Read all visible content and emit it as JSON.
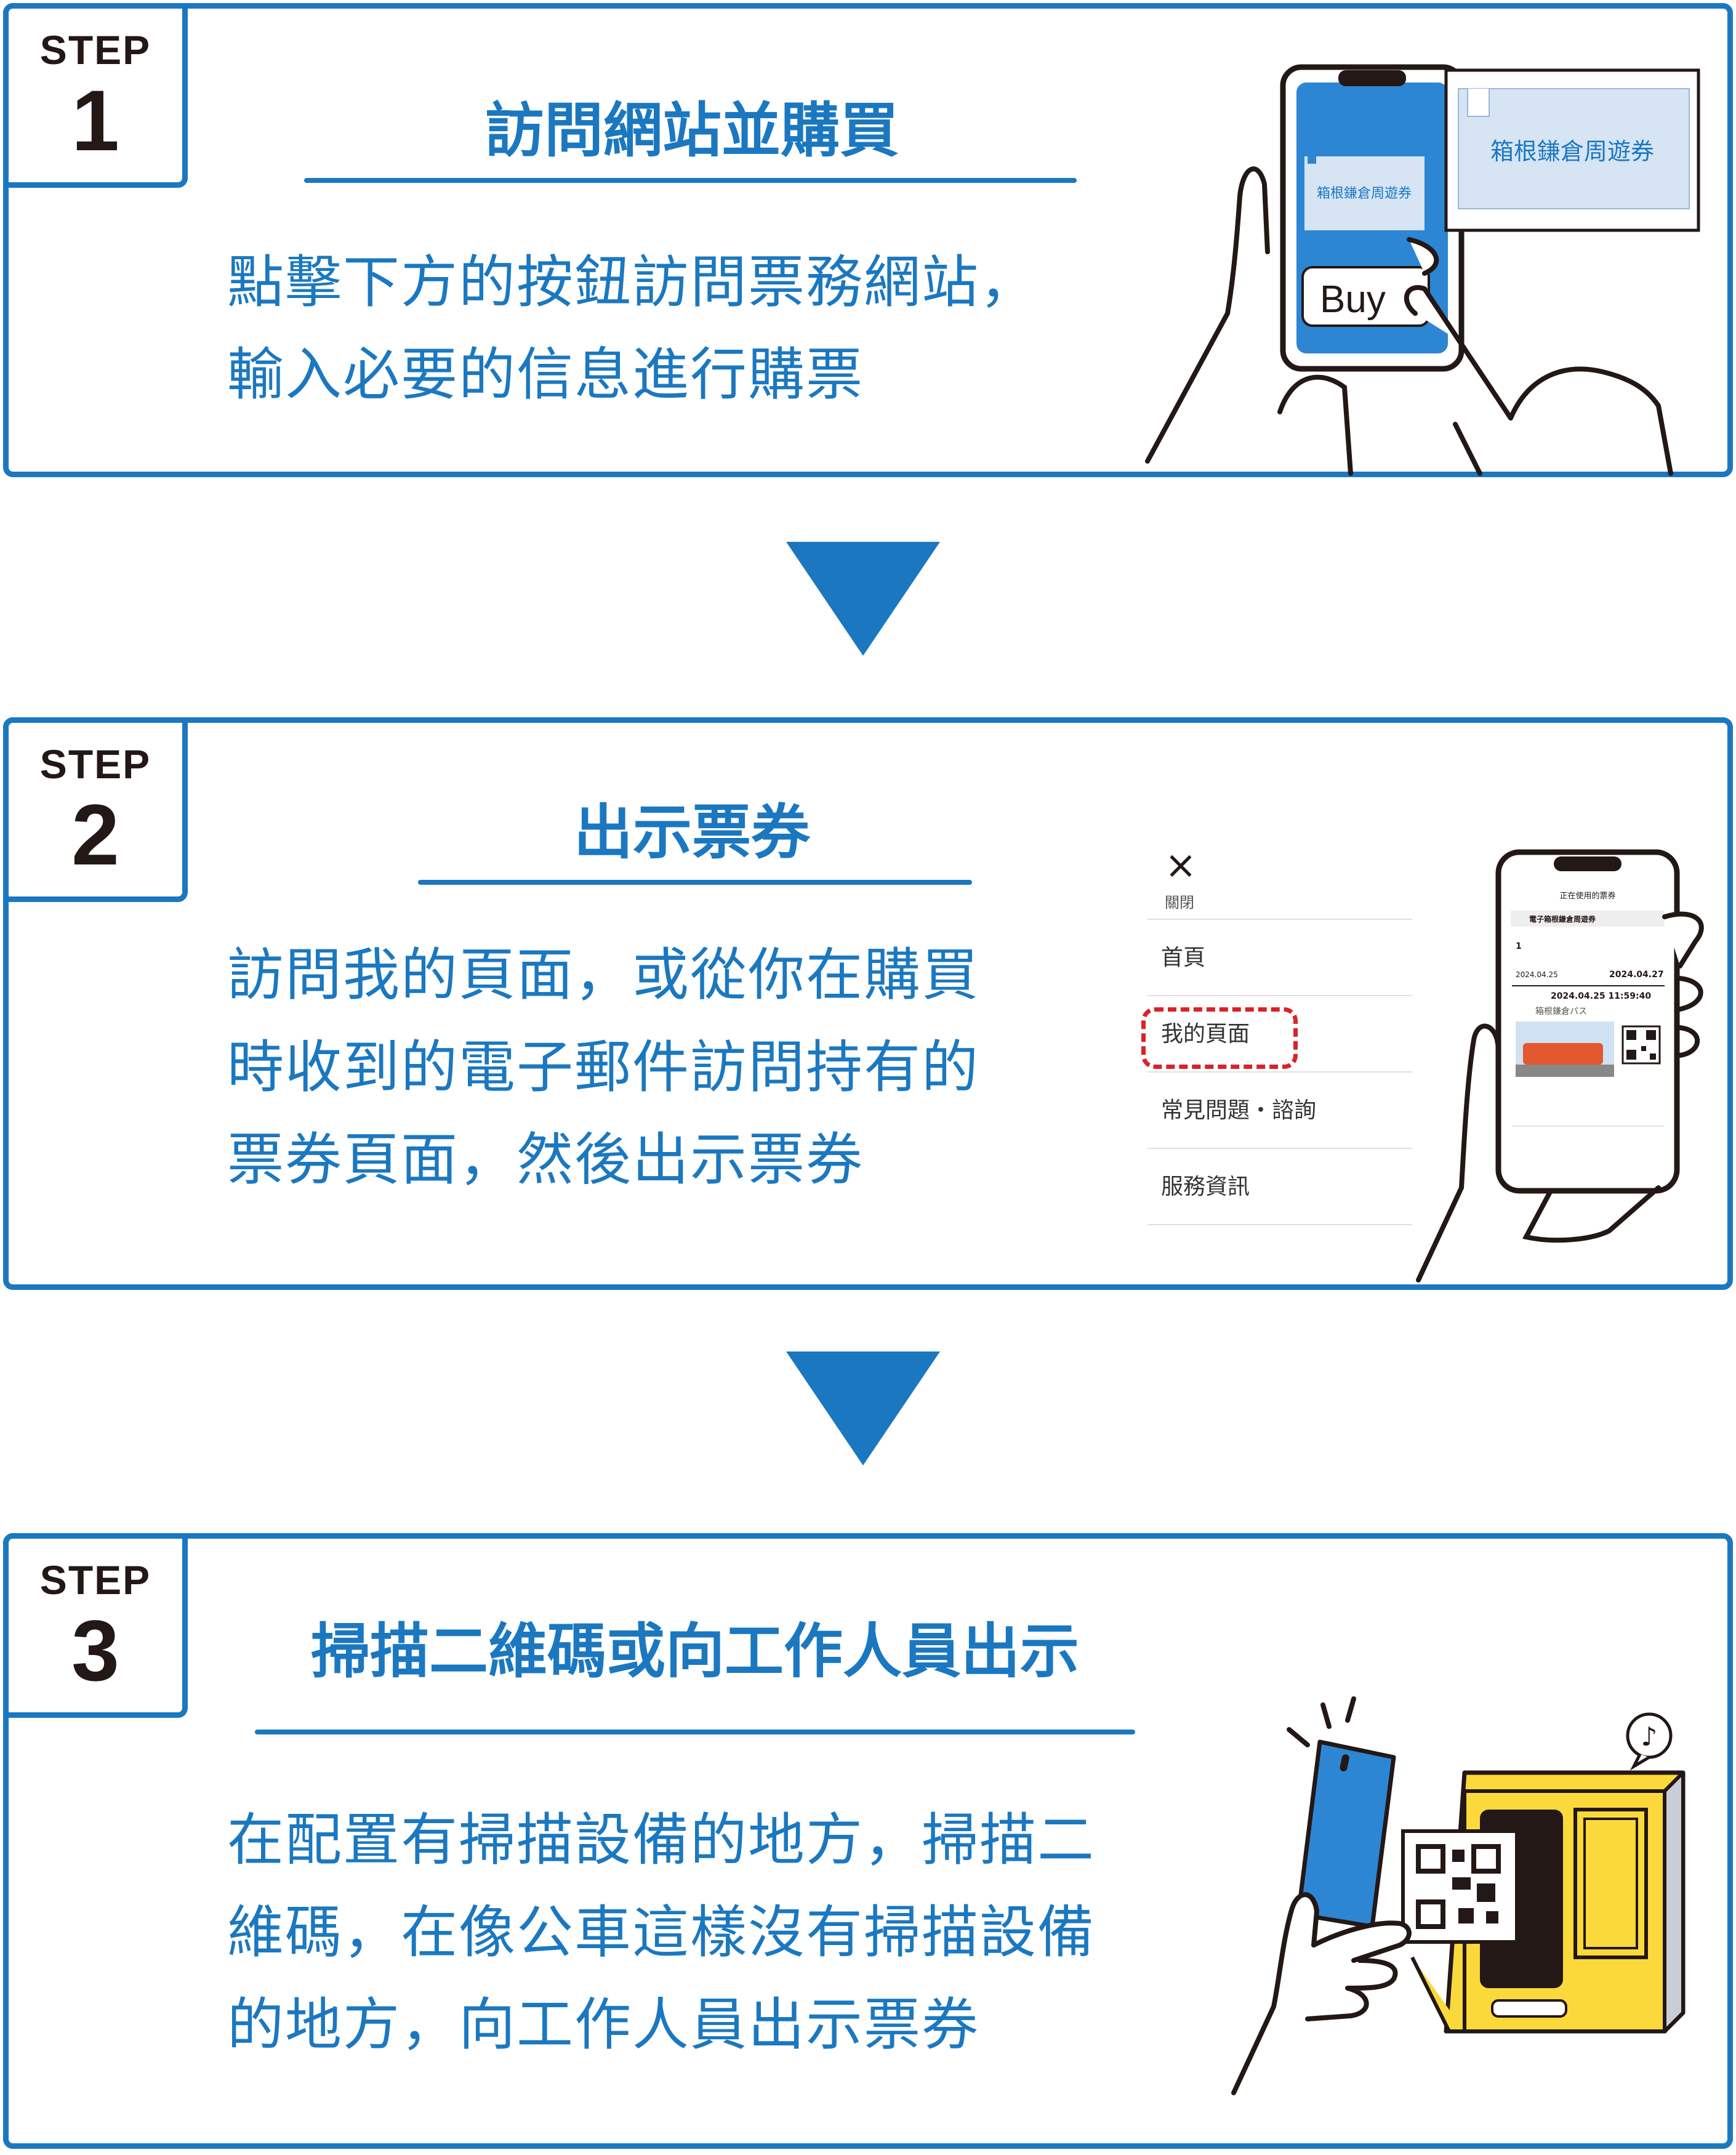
{
  "steps": [
    {
      "step_word": "STEP",
      "number": "1",
      "title": "訪問網站並購買",
      "body_lines": [
        "點擊下方的按鈕訪問票務網站，",
        "輸入必要的信息進行購票"
      ],
      "illustration": {
        "ticket_label": "箱根鎌倉周遊券",
        "phone_ticket_label": "箱根鎌倉周遊券",
        "buy_button": "Buy"
      }
    },
    {
      "step_word": "STEP",
      "number": "2",
      "title": "出示票券",
      "body_lines": [
        "訪問我的頁面，或從你在購買",
        "時收到的電子郵件訪問持有的",
        "票券頁面，然後出示票券"
      ],
      "illustration": {
        "close_label": "關閉",
        "menu_items": [
          "首頁",
          "我的頁面",
          "常見問題・諮詢",
          "服務資訊"
        ],
        "phone_header": "正在使用的票券",
        "phone_ticket_name": "電子箱根鎌倉周遊券",
        "phone_count": "1",
        "phone_start_date": "2024.04.25",
        "phone_end_date": "2024.04.27",
        "phone_time": "2024.04.25 11:59:40",
        "phone_pass_name": "箱根鎌倉パス"
      }
    },
    {
      "step_word": "STEP",
      "number": "3",
      "title": "掃描二維碼或向工作人員出示",
      "body_lines": [
        "在配置有掃描設備的地方，掃描二",
        "維碼，在像公車這樣沒有掃描設備",
        "的地方，向工作人員出示票券"
      ],
      "illustration": {
        "sound_glyph": "♪"
      }
    }
  ],
  "colors": {
    "brand_blue": "#1b78c0",
    "light_blue": "#d6e4f4",
    "yellow": "#fcd93a",
    "red_dash": "#d8232a"
  }
}
